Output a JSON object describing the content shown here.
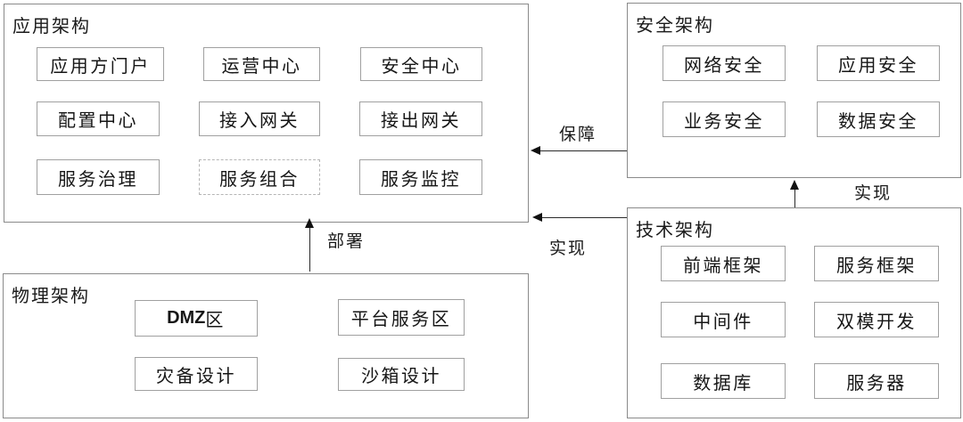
{
  "panels": {
    "application": {
      "title": "应用架构",
      "items": [
        {
          "label": "应用方门户"
        },
        {
          "label": "运营中心"
        },
        {
          "label": "安全中心"
        },
        {
          "label": "配置中心"
        },
        {
          "label": "接入网关"
        },
        {
          "label": "接出网关"
        },
        {
          "label": "服务治理"
        },
        {
          "label": "服务组合",
          "border": "dashed"
        },
        {
          "label": "服务监控"
        }
      ]
    },
    "security": {
      "title": "安全架构",
      "items": [
        {
          "label": "网络安全"
        },
        {
          "label": "应用安全"
        },
        {
          "label": "业务安全"
        },
        {
          "label": "数据安全"
        }
      ]
    },
    "technology": {
      "title": "技术架构",
      "items": [
        {
          "label": "前端框架"
        },
        {
          "label": "服务框架"
        },
        {
          "label": "中间件"
        },
        {
          "label": "双模开发"
        },
        {
          "label": "数据库"
        },
        {
          "label": "服务器"
        }
      ]
    },
    "physical": {
      "title": "物理架构",
      "items": [
        {
          "label": "DMZ区",
          "label_latin": "DMZ",
          "label_cjk": "区"
        },
        {
          "label": "平台服务区"
        },
        {
          "label": "灾备设计"
        },
        {
          "label": "沙箱设计"
        }
      ]
    }
  },
  "edges": [
    {
      "id": "guarantee",
      "label": "保障",
      "from": "security",
      "to": "application",
      "direction": "left"
    },
    {
      "id": "realize-tech-app",
      "label": "实现",
      "from": "technology",
      "to": "application",
      "direction": "left"
    },
    {
      "id": "realize-tech-security",
      "label": "实现",
      "from": "technology",
      "to": "security",
      "direction": "up"
    },
    {
      "id": "deploy",
      "label": "部署",
      "from": "physical",
      "to": "application",
      "direction": "up"
    }
  ],
  "colors": {
    "background": "#ffffff",
    "panel_border": "#8a8a8a",
    "node_border": "#a0a0a0",
    "dashed_node_border": "#b5b5b5",
    "text": "#1f1f1f",
    "arrow": "#111111"
  }
}
